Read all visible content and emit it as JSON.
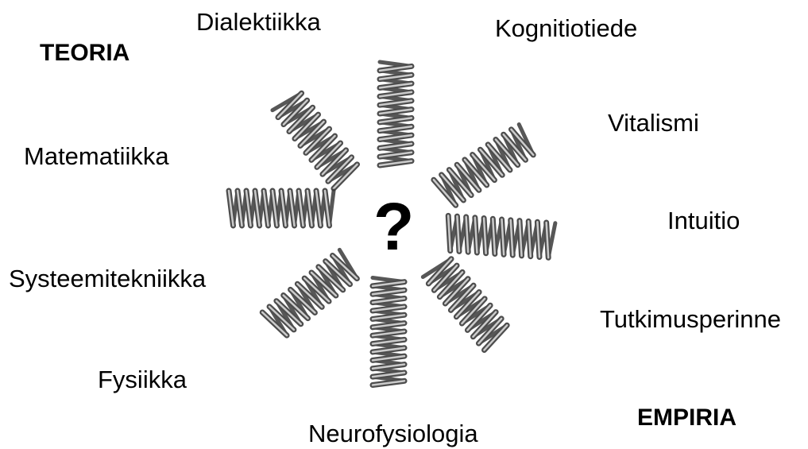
{
  "labels": {
    "teoria": "TEORIA",
    "empiria": "EMPIRIA",
    "dialektiikka": "Dialektiikka",
    "kognitiotiede": "Kognitiotiede",
    "vitalismi": "Vitalismi",
    "matematiikka": "Matematiikka",
    "intuitio": "Intuitio",
    "systeemitekniikka": "Systeemitekniikka",
    "tutkimusperinne": "Tutkimusperinne",
    "fysiikka": "Fysiikka",
    "neurofysiologia": "Neurofysiologia"
  },
  "center": {
    "symbol": "?"
  },
  "springs": {
    "count": 8,
    "icon": "coil-spring-icon",
    "color": "#4d4d4d",
    "highlight": "#d9d9d9"
  }
}
